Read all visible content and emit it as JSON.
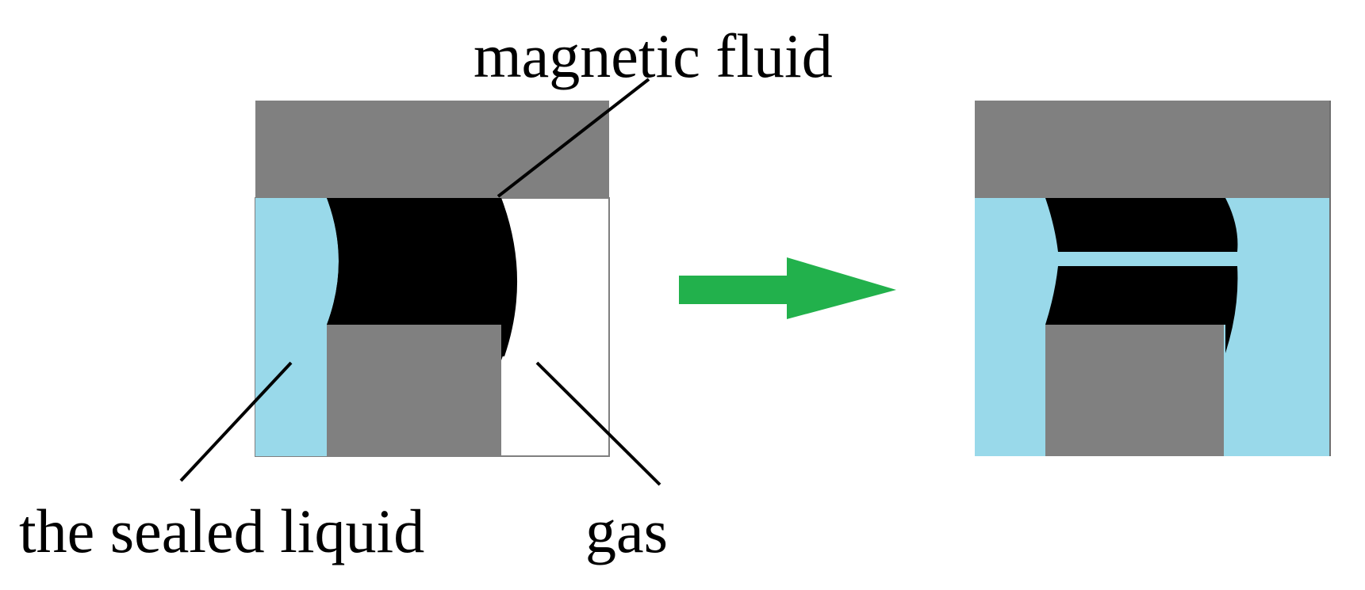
{
  "labels": {
    "magnetic_fluid": "magnetic fluid",
    "sealed_liquid": "the sealed liquid",
    "gas": "gas"
  },
  "colors": {
    "shaft_gray": "#808080",
    "sealed_liquid_blue": "#99d9ea",
    "magnetic_fluid_black": "#000000",
    "arrow_green": "#22b14c",
    "gas_white": "#ffffff"
  }
}
